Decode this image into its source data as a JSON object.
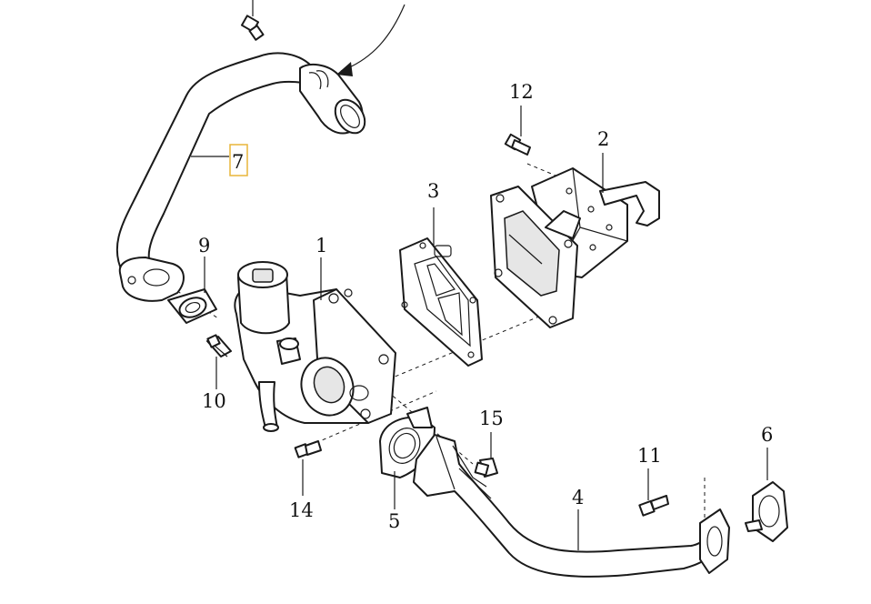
{
  "callouts": {
    "p1": "1",
    "p2": "2",
    "p3": "3",
    "p4": "4",
    "p5": "5",
    "p6": "6",
    "p7": "7",
    "p9": "9",
    "p10": "10",
    "p11": "11",
    "p12": "12",
    "p14": "14",
    "p15": "15"
  },
  "highlight_color": "#e8b53a"
}
